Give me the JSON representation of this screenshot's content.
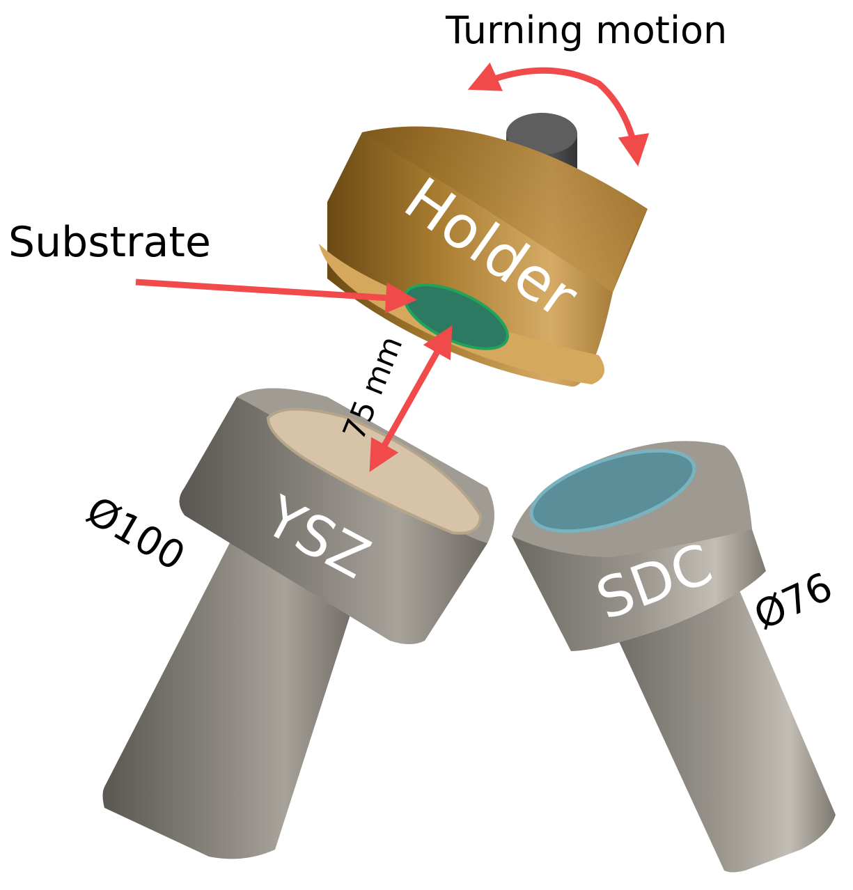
{
  "labels": {
    "turning_motion": "Turning motion",
    "substrate": "Substrate",
    "holder": "Holder",
    "distance": "75 mm",
    "ysz": "YSZ",
    "ysz_diameter": "Ø100",
    "sdc": "SDC",
    "sdc_diameter": "Ø76"
  },
  "colors": {
    "arrow": "#f04a4a",
    "holder": "#b78a3e",
    "substrate": "#2d7a63",
    "target_body": "#7a7670",
    "ysz_target": "#d7c3a8",
    "sdc_target": "#5a8e98",
    "shaft": "#4a4a4a"
  }
}
